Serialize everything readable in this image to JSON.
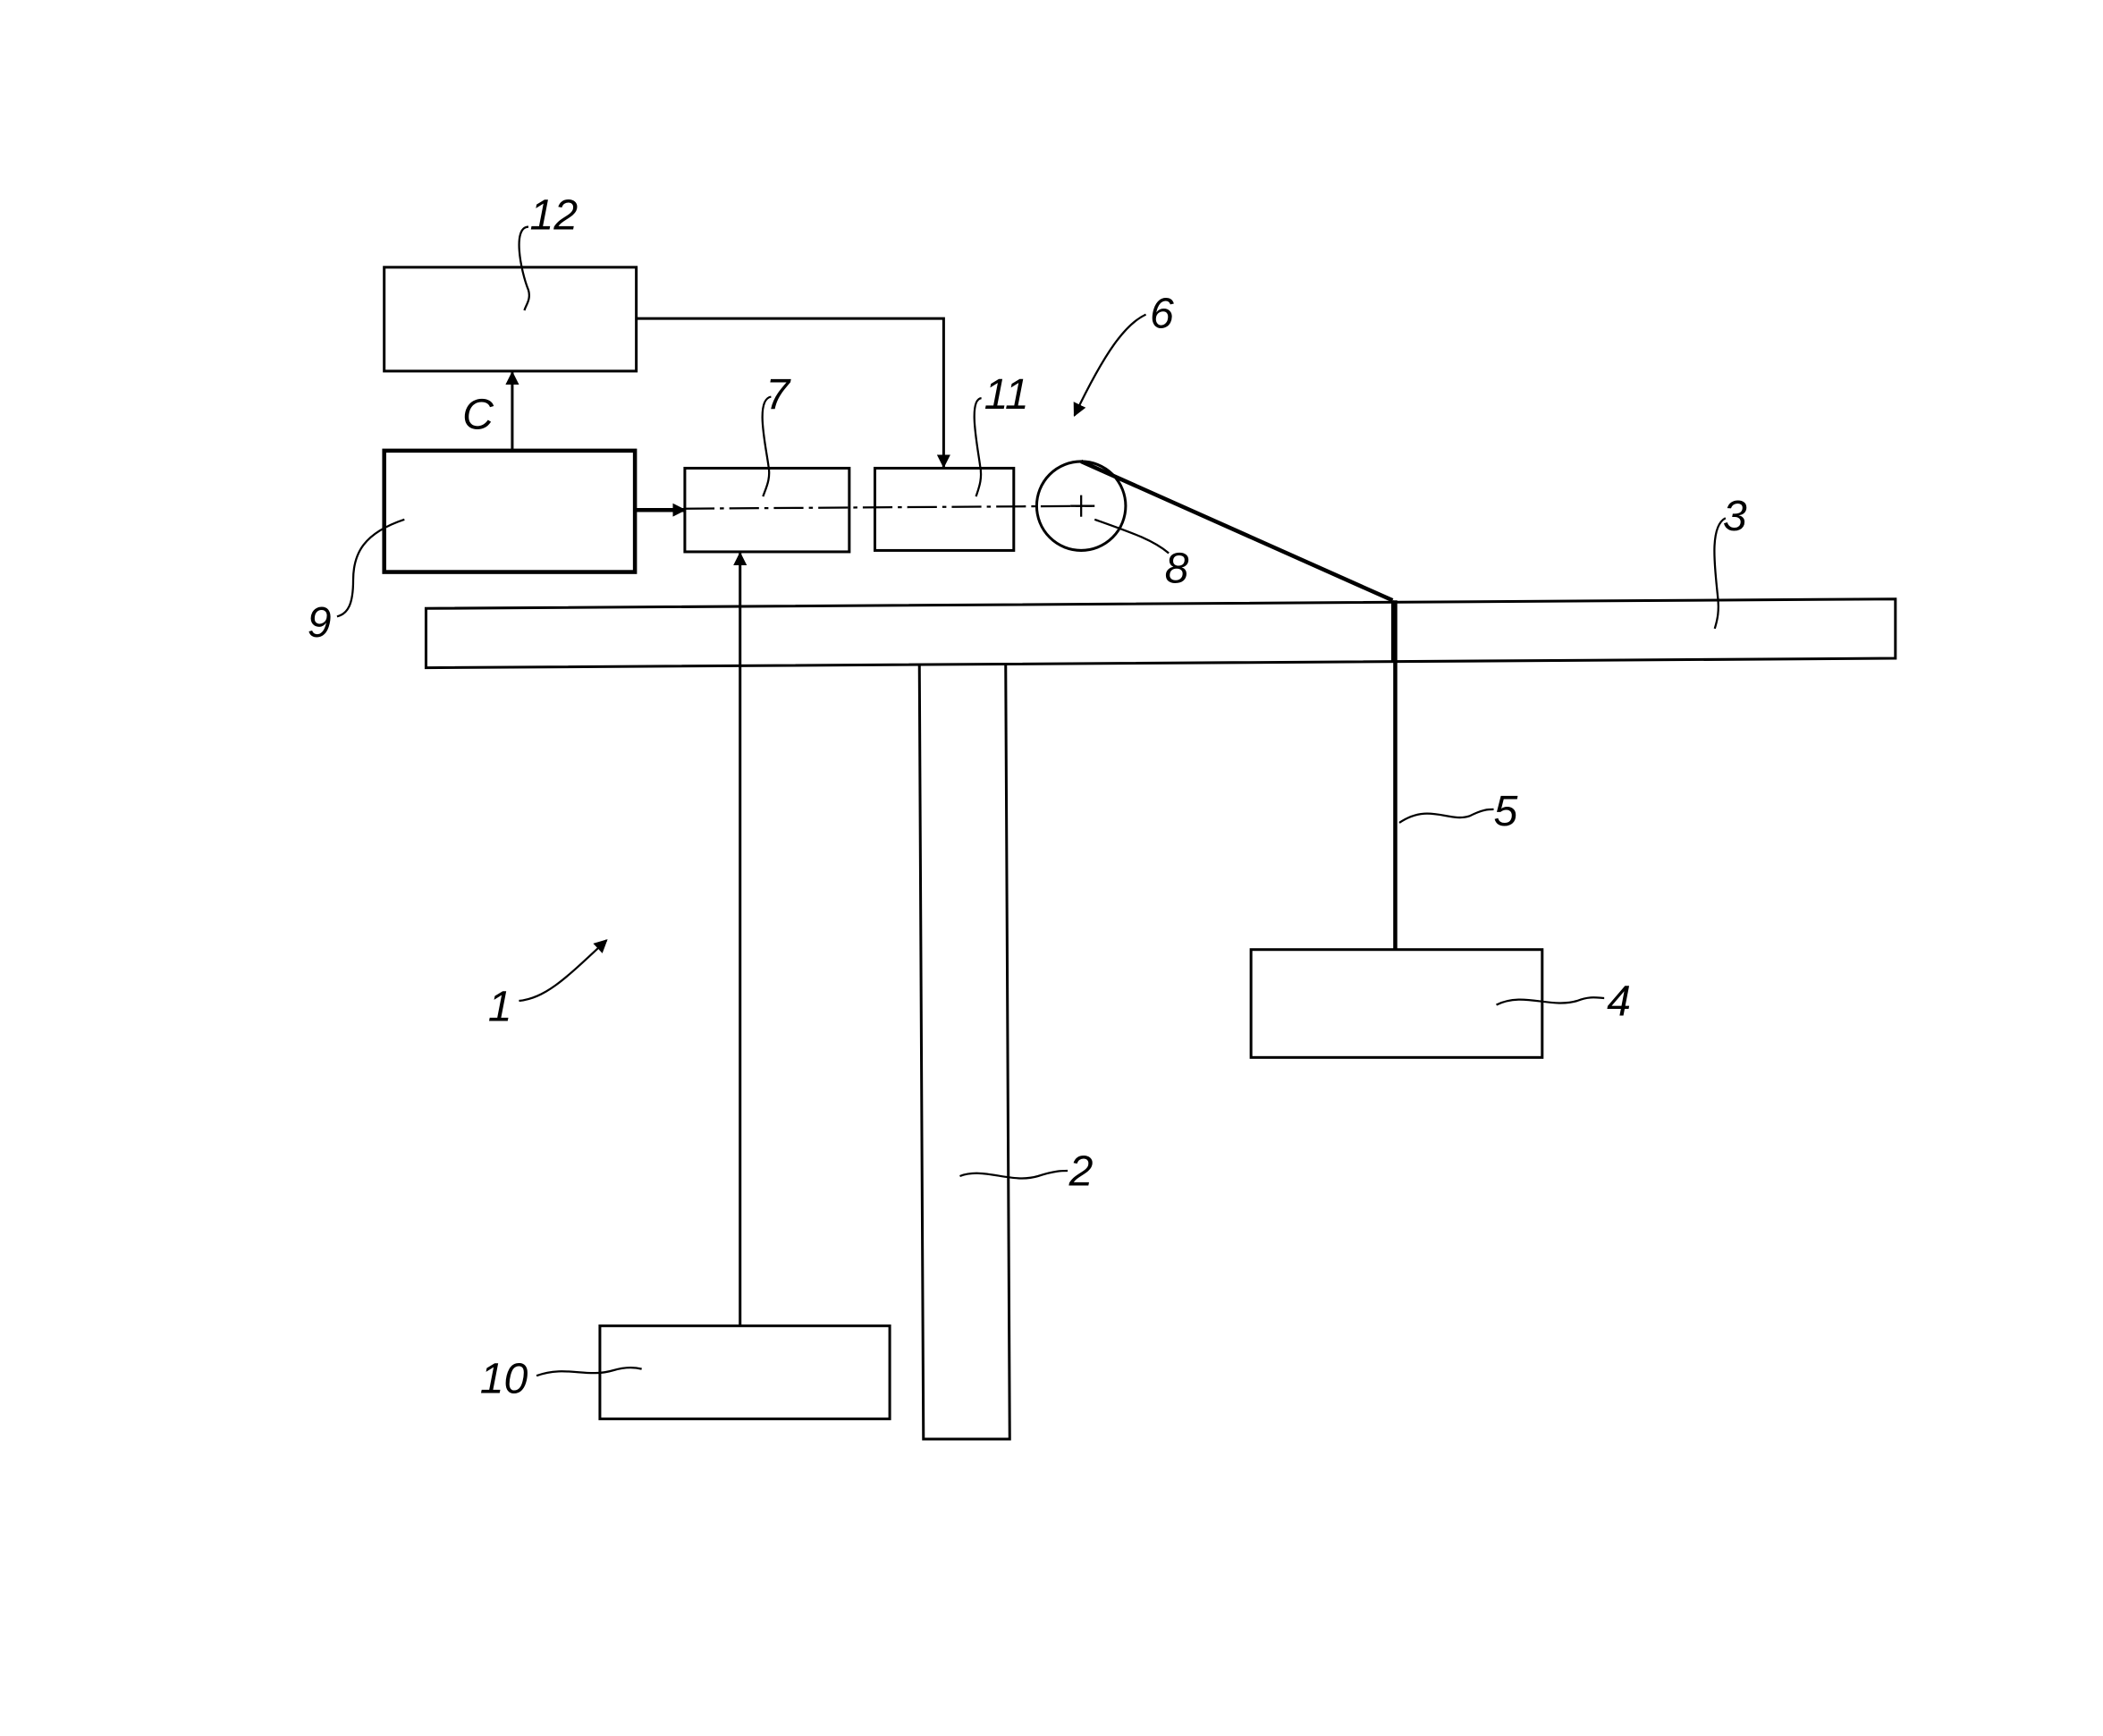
{
  "labels": {
    "system": "1",
    "column": "2",
    "beam": "3",
    "weight": "4",
    "cable": "5",
    "assembly": "6",
    "unit7": "7",
    "pulley": "8",
    "unit9": "9",
    "unit10": "10",
    "unit11": "11",
    "unit12": "12",
    "signal_c": "C"
  }
}
